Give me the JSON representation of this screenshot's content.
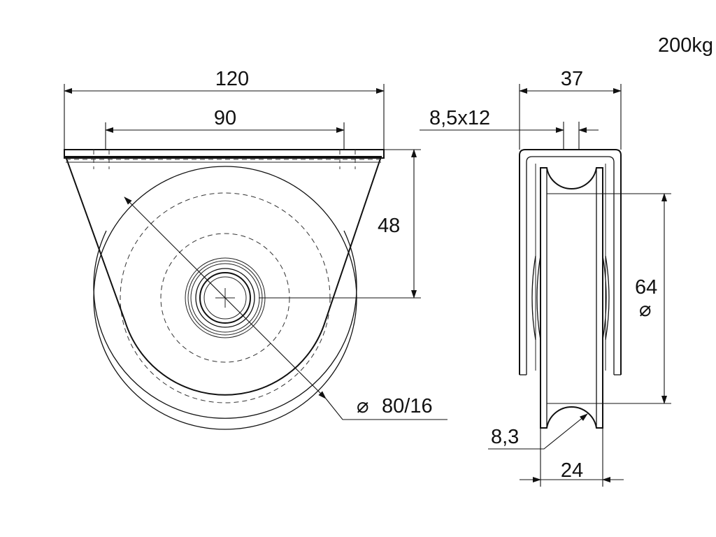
{
  "load_rating": "200kg",
  "front_view": {
    "plate_width": "120",
    "hole_spacing": "90",
    "axle_height": "48",
    "wheel_diameter": "80/16"
  },
  "side_view": {
    "overall_width": "37",
    "slot_size": "8,5x12",
    "groove_diameter": "64",
    "groove_radius": "8,3",
    "wheel_width": "24"
  },
  "symbols": {
    "diameter": "⌀"
  }
}
